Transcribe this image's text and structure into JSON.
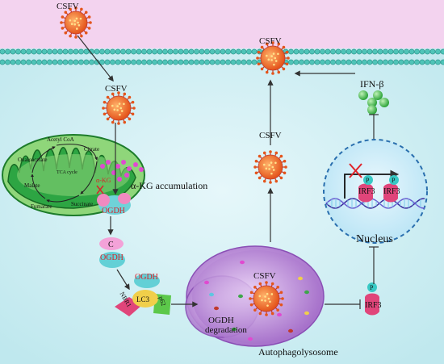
{
  "labels": {
    "csfv_extracellular": "CSFV",
    "csfv_entered": "CSFV",
    "csfv_released": "CSFV",
    "csfv_cytoplasm": "CSFV",
    "csfv_autophagolysosome": "CSFV",
    "ifn_beta": "IFN-β",
    "acetyl_coa": "Acetyl CoA",
    "citrate": "Citrate",
    "oxaloacetate": "Oxaloacetate",
    "tca_cycle": "TCA cycle",
    "malate": "Malate",
    "fumarate": "Fumarate",
    "succinate": "Succinate",
    "alpha_kg_mito": "α-KG",
    "ogdh_mito": "OGDH",
    "alpha_kg_accumulation": "α-KG accumulation",
    "complex_c": "C",
    "complex_ogdh": "OGDH",
    "ogdh_autophagy": "OGDH",
    "lc3": "LC3",
    "nbr1": "NBR1",
    "p62": "p62",
    "ogdh_degradation_line1": "OGDH",
    "ogdh_degradation_line2": "degradation",
    "autophagolysosome": "Autophagolysosome",
    "nucleus": "Nucleus",
    "irf3_left": "IRF3",
    "irf3_right": "IRF3",
    "irf3_cytoplasm": "IRF3",
    "p_left": "P",
    "p_right": "P",
    "p_cytoplasm": "P"
  },
  "colors": {
    "membrane_top": "#f3d3ef",
    "cytoplasm": "#dff3f5",
    "mitochondria": "#3fb34a",
    "nucleus": "#cfeefa",
    "autophagolysosome": "#b07fd0",
    "ifn_beta": "#4cc94c",
    "irf3": "#e0457a",
    "virus": "#f07a2a",
    "red_text": "#d8232a",
    "alpha_kg_dots": "#e04ad0"
  }
}
